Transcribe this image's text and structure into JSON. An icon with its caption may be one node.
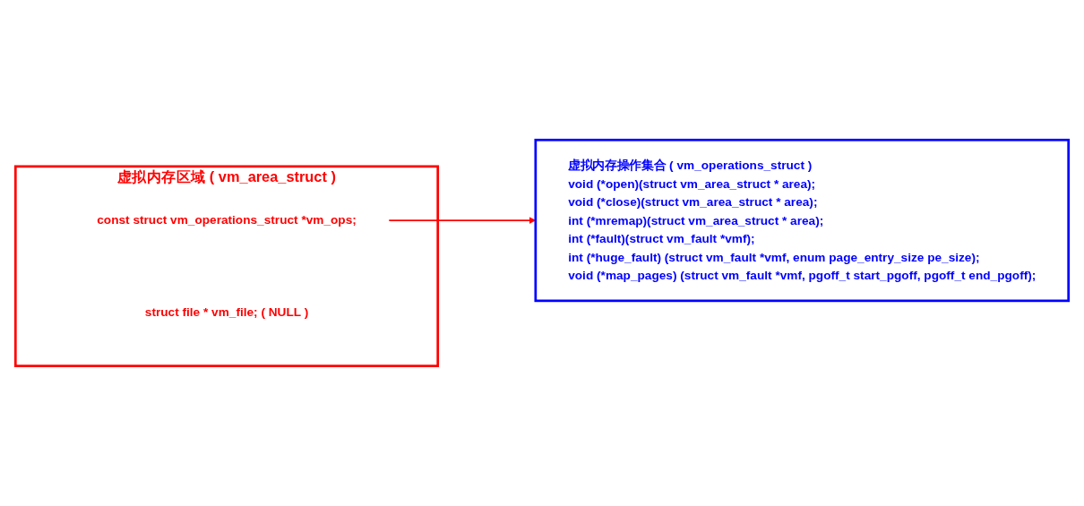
{
  "diagram": {
    "nodes": [
      {
        "text": [
          "虚拟内存区域 ( vm_area_struct )"
        ]
      },
      {
        "text": [
          "const struct vm_operations_struct *vm_ops;"
        ],
        "in": 0
      },
      {
        "text": [
          "struct file * vm_file; ( NULL )"
        ],
        "in": 0
      },
      {
        "text": [
          "虚拟内存操作集合 ( vm_operations_struct )",
          "void (*open)(struct vm_area_struct * area);",
          "void (*close)(struct vm_area_struct * area);",
          "int (*mremap)(struct vm_area_struct * area);",
          "int (*fault)(struct vm_fault *vmf);",
          "int (*huge_fault) (struct vm_fault *vmf, enum page_entry_size pe_size);",
          "void (*map_pages) (struct vm_fault *vmf, pgoff_t start_pgoff, pgoff_t end_pgoff);"
        ]
      }
    ],
    "edges": [
      {
        "from": 1,
        "to": 3,
        "arrow": "to",
        "color": "#ff0000"
      }
    ]
  }
}
